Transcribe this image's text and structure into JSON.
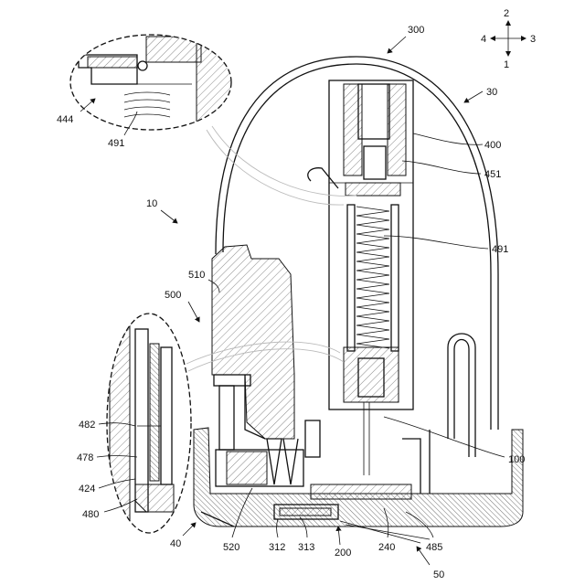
{
  "figure": {
    "labels": {
      "l300": "300",
      "l30": "30",
      "l400": "400",
      "l451": "451",
      "l491_main": "491",
      "l491_inset": "491",
      "l444": "444",
      "l10": "10",
      "l510": "510",
      "l500": "500",
      "l482": "482",
      "l478": "478",
      "l424": "424",
      "l480": "480",
      "l100": "100",
      "l40": "40",
      "l520": "520",
      "l312": "312",
      "l313": "313",
      "l200": "200",
      "l240": "240",
      "l485": "485",
      "l50": "50"
    },
    "compass": {
      "up": "2",
      "down": "1",
      "left": "4",
      "right": "3"
    }
  }
}
